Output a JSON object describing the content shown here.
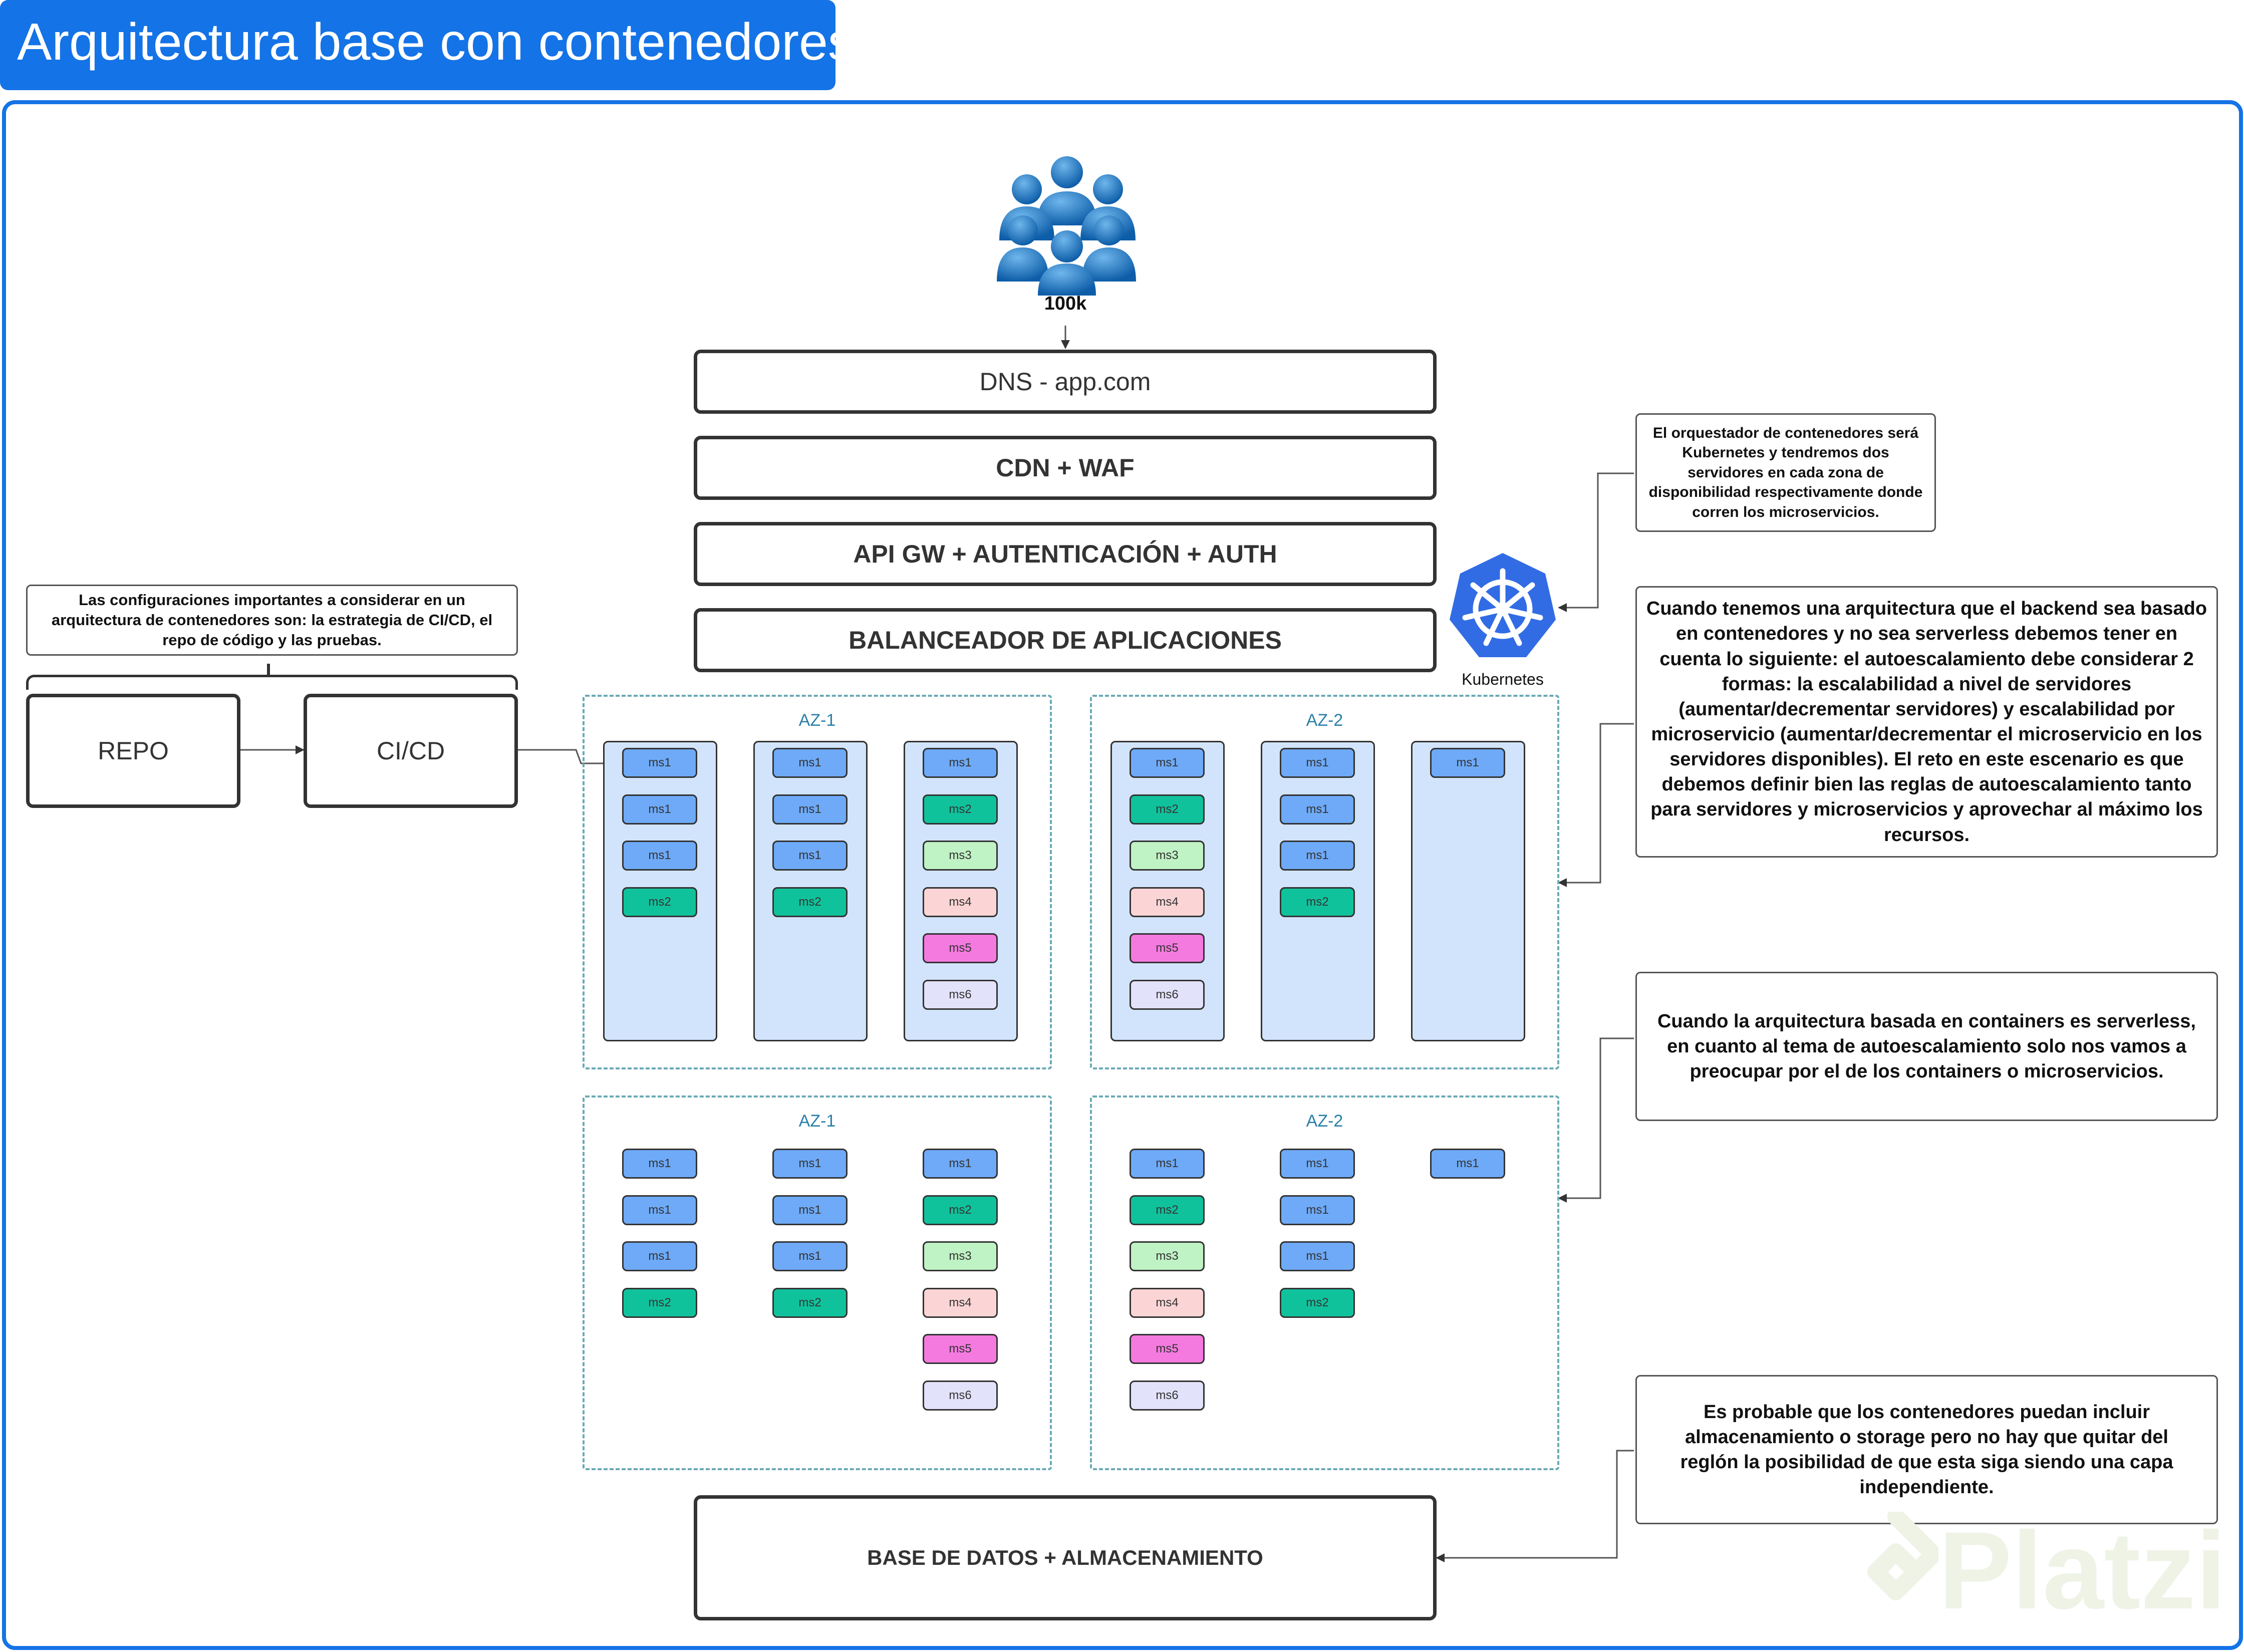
{
  "title": "Arquitectura base con contenedores",
  "users_label": "100k",
  "layers": {
    "dns": "DNS - app.com",
    "cdn": "CDN + WAF",
    "api": "API GW + AUTENTICACIÓN + AUTH",
    "lb": "BALANCEADOR DE APLICACIONES",
    "db": "BASE DE DATOS + ALMACENAMIENTO"
  },
  "pipeline": {
    "repo": "REPO",
    "cicd": "CI/CD",
    "note": "Las configuraciones importantes a considerar en un arquitectura de contenedores son: la estrategia de CI/CD, el repo de código y  las pruebas."
  },
  "kubernetes_label": "Kubernetes",
  "notes": {
    "orchestrator": "El orquestador de contenedores será Kubernetes y tendremos dos servidores en cada zona de disponibilidad respectivamente donde corren los microservicios.",
    "backend": "Cuando tenemos una arquitectura que el backend sea basado en contenedores y no sea serverless debemos tener en cuenta lo siguiente: el autoescalamiento debe considerar 2 formas: la escalabilidad a nivel de servidores (aumentar/decrementar servidores) y escalabilidad por microservicio (aumentar/decrementar el microservicio en los servidores disponibles). El reto en este escenario es que debemos definir bien las reglas de autoescalamiento tanto para servidores y microservicios y aprovechar al máximo los recursos.",
    "serverless": "Cuando la arquitectura basada en containers es serverless, en cuanto al tema de autoescalamiento solo nos vamos a preocupar por el de los containers o microservicios.",
    "storage": "Es probable que los contenedores puedan incluir almacenamiento o storage pero no hay que quitar del reglón la posibilidad de que esta siga siendo una capa independiente."
  },
  "ms_colors": {
    "ms1": "#6eaaf7",
    "ms2": "#10c29c",
    "ms3": "#bff2c4",
    "ms4": "#fbd5d6",
    "ms5": "#f57ae0",
    "ms6": "#e3e2fb"
  },
  "zones": [
    {
      "label": "AZ-1",
      "columns": [
        [
          "ms1",
          "ms1",
          "ms1",
          "ms2"
        ],
        [
          "ms1",
          "ms1",
          "ms1",
          "ms2"
        ],
        [
          "ms1",
          "ms2",
          "ms3",
          "ms4",
          "ms5",
          "ms6"
        ]
      ]
    },
    {
      "label": "AZ-2",
      "columns": [
        [
          "ms1",
          "ms2",
          "ms3",
          "ms4",
          "ms5",
          "ms6"
        ],
        [
          "ms1",
          "ms1",
          "ms1",
          "ms2"
        ],
        [
          "ms1"
        ]
      ]
    },
    {
      "label": "AZ-1",
      "columns": [
        [
          "ms1",
          "ms1",
          "ms1",
          "ms2"
        ],
        [
          "ms1",
          "ms1",
          "ms1",
          "ms2"
        ],
        [
          "ms1",
          "ms2",
          "ms3",
          "ms4",
          "ms5",
          "ms6"
        ]
      ]
    },
    {
      "label": "AZ-2",
      "columns": [
        [
          "ms1",
          "ms2",
          "ms3",
          "ms4",
          "ms5",
          "ms6"
        ],
        [
          "ms1",
          "ms1",
          "ms1",
          "ms2"
        ],
        [
          "ms1"
        ]
      ]
    }
  ],
  "watermark": "Platzi"
}
